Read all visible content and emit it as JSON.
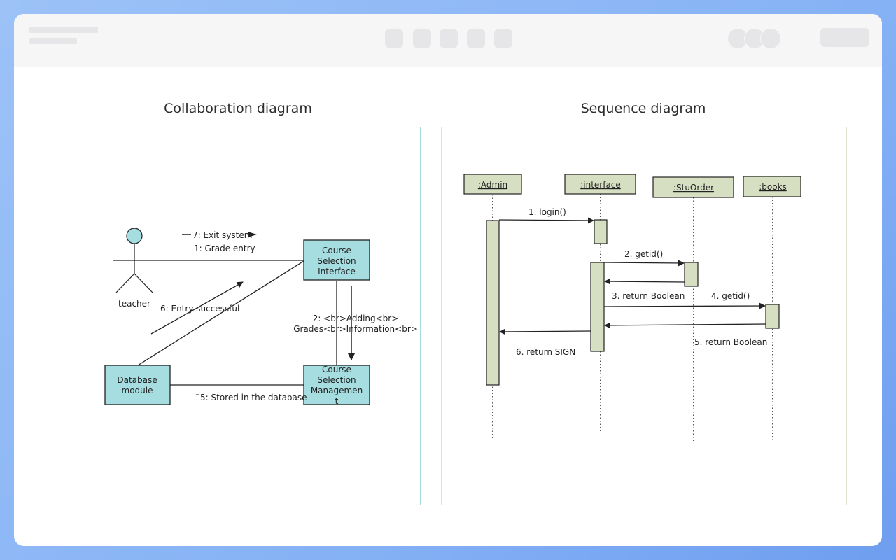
{
  "collaboration": {
    "title": "Collaboration diagram",
    "objects": {
      "teacher": "teacher",
      "interface": [
        "Course",
        "Selection",
        "Interface"
      ],
      "management": [
        "Course",
        "Selection",
        "Managemen",
        "t"
      ],
      "database": [
        "Database",
        "module"
      ]
    },
    "messages": {
      "m7": "7: Exit system",
      "m1": "1: Grade entry",
      "m6": "6: Entry successful",
      "m2": [
        "2: <br>Adding<br>",
        "Grades<br>Information<br>"
      ],
      "m5": "5: Stored in the database"
    }
  },
  "sequence": {
    "title": "Sequence diagram",
    "lifelines": {
      "admin": ":Admin",
      "interface": ":interface",
      "stuorder": ":StuOrder",
      "books": ":books"
    },
    "messages": {
      "m1": "1. login()",
      "m2": "2. getid()",
      "m3": "3. return Boolean",
      "m4": "4. getid()",
      "m5": "5. return Boolean",
      "m6": "6. return SIGN"
    }
  },
  "colors": {
    "collab_fill": "#a6dde0",
    "seq_fill": "#d7dfc3",
    "collab_border": "#a9d9e1",
    "seq_border": "#dfe4d3"
  }
}
